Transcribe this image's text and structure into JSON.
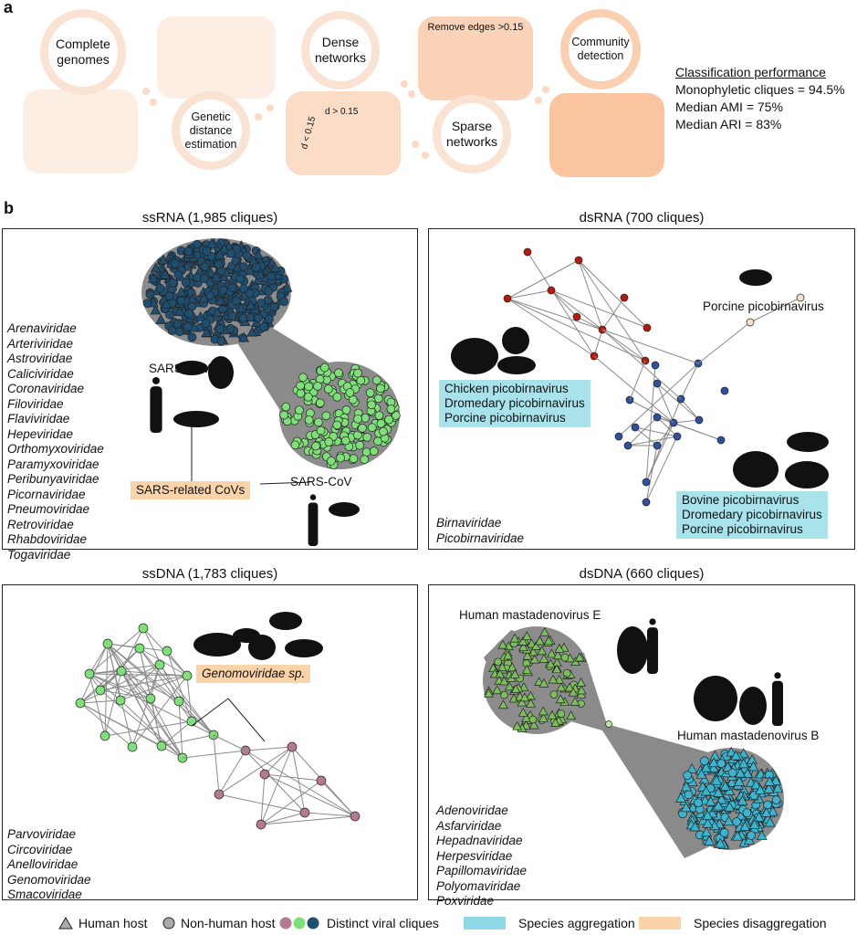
{
  "panel_a": {
    "label": "a",
    "steps": [
      "Complete genomes",
      "Genetic distance estimation",
      "Dense networks",
      "Remove edges >0.15",
      "Sparse networks",
      "Community detection"
    ],
    "edge_labels": {
      "less": "d < 0.15",
      "greater": "d > 0.15"
    },
    "performance": {
      "title": "Classification performance",
      "lines": [
        "Monophyletic cliques = 94.5%",
        "Median AMI = 75%",
        "Median ARI = 83%"
      ]
    }
  },
  "panel_b": {
    "label": "b",
    "ssRNA": {
      "title": "ssRNA (1,985 cliques)",
      "families": [
        "Arenaviridae",
        "Arteriviridae",
        "Astroviridae",
        "Caliciviridae",
        "Coronaviridae",
        "Filoviridae",
        "Flaviviridae",
        "Hepeviridae",
        "Orthomyxoviridae",
        "Paramyxoviridae",
        "Peribunyaviridae",
        "Picornaviridae",
        "Pneumoviridae",
        "Retroviridae",
        "Rhabdoviridae",
        "Togaviridae"
      ],
      "annotations": {
        "sars2": "SARS-CoV-2",
        "sars": "SARS-CoV",
        "tag": "SARS-related CoVs"
      }
    },
    "dsRNA": {
      "title": "dsRNA (700 cliques)",
      "families": [
        "Birnaviridae",
        "Picobirnaviridae"
      ],
      "annotations": {
        "porcine": "Porcine picobirnavirus",
        "tag1": [
          "Chicken picobirnavirus",
          "Dromedary picobirnavirus",
          "Porcine picobirnavirus"
        ],
        "tag2": [
          "Bovine picobirnavirus",
          "Dromedary picobirnavirus",
          "Porcine picobirnavirus"
        ]
      }
    },
    "ssDNA": {
      "title": "ssDNA (1,783 cliques)",
      "families": [
        "Parvoviridae",
        "Circoviridae",
        "Anelloviridae",
        "Genomoviridae",
        "Smacoviridae"
      ],
      "annotations": {
        "tag": "Genomoviridae sp."
      }
    },
    "dsDNA": {
      "title": "dsDNA (660 cliques)",
      "families": [
        "Adenoviridae",
        "Asfarviridae",
        "Hepadnaviridae",
        "Herpesviridae",
        "Papillomaviridae",
        "Polyomaviridae",
        "Poxviridae"
      ],
      "annotations": {
        "e": "Human mastadenovirus E",
        "b": "Human mastadenovirus B"
      }
    }
  },
  "legend": {
    "human": "Human host",
    "nonhuman": "Non-human host",
    "cliques": "Distinct viral cliques",
    "agg": "Species aggregation",
    "disagg": "Species disaggregation"
  },
  "colors": {
    "blue": "#1f4e6e",
    "green": "#7fe07a",
    "purple": "#b47a94",
    "red": "#b51a0a",
    "navy": "#2f4fa0",
    "cyan": "#3ab4cf",
    "peach": "#fbe3d3",
    "agg": "#a8e3ec",
    "disagg": "#fbd3a8",
    "edge": "#8a8a8a"
  }
}
